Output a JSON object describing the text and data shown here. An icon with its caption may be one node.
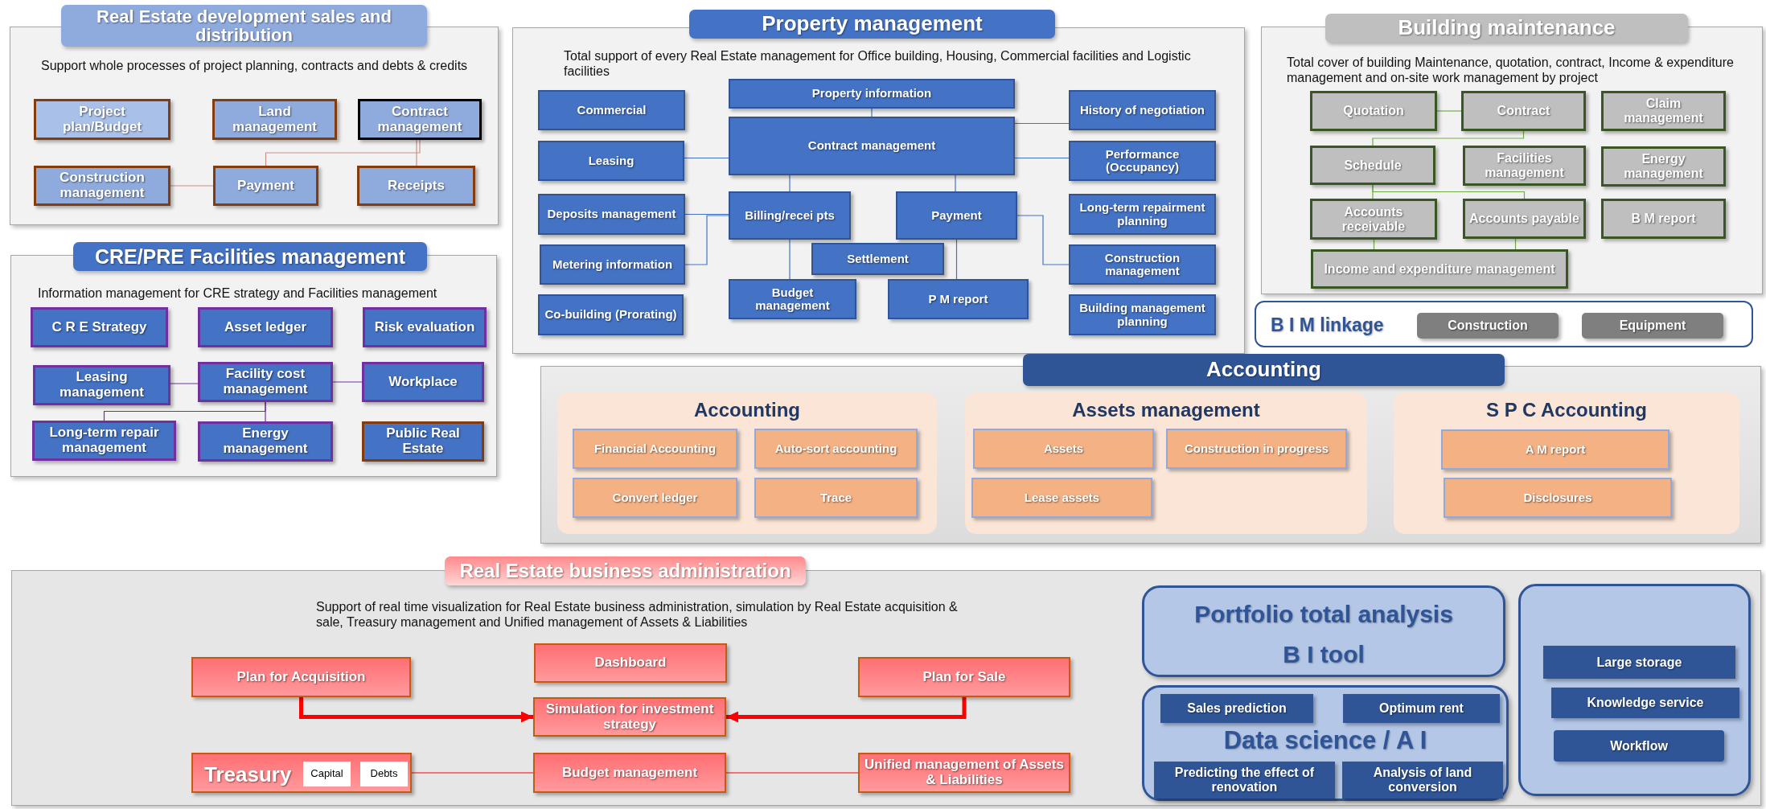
{
  "diagram": {
    "nodes": [
      {
        "text": [
          "Real Estate development sales and distribution",
          "Support whole processes of project planning, contracts and debts & credits"
        ]
      },
      {
        "text": [
          "Project plan/Budget"
        ],
        "in": 0
      },
      {
        "text": [
          "Land management"
        ],
        "in": 0
      },
      {
        "text": [
          "Contract management"
        ],
        "in": 0
      },
      {
        "text": [
          "Construction management"
        ],
        "in": 0
      },
      {
        "text": [
          "Payment"
        ],
        "in": 0
      },
      {
        "text": [
          "Receipts"
        ],
        "in": 0
      },
      {
        "text": [
          "CRE/PRE Facilities management",
          "Information management for CRE strategy and Facilities management"
        ]
      },
      {
        "text": [
          "C R E Strategy"
        ],
        "in": 7
      },
      {
        "text": [
          "Asset ledger"
        ],
        "in": 7
      },
      {
        "text": [
          "Risk evaluation"
        ],
        "in": 7
      },
      {
        "text": [
          "Leasing management"
        ],
        "in": 7
      },
      {
        "text": [
          "Facility cost management"
        ],
        "in": 7
      },
      {
        "text": [
          "Workplace"
        ],
        "in": 7
      },
      {
        "text": [
          "Long-term repair management"
        ],
        "in": 7
      },
      {
        "text": [
          "Energy management"
        ],
        "in": 7
      },
      {
        "text": [
          "Public Real Estate"
        ],
        "in": 7
      },
      {
        "text": [
          "Property management",
          "Total support of every Real Estate management for Office building, Housing, Commercial facilities and Logistic facilities"
        ]
      },
      {
        "text": [
          "Commercial"
        ],
        "in": 17
      },
      {
        "text": [
          "Property information"
        ],
        "in": 17
      },
      {
        "text": [
          "History of negotiation"
        ],
        "in": 17
      },
      {
        "text": [
          "Leasing"
        ],
        "in": 17
      },
      {
        "text": [
          "Contract management"
        ],
        "in": 17
      },
      {
        "text": [
          "Performance (Occupancy)"
        ],
        "in": 17
      },
      {
        "text": [
          "Deposits management"
        ],
        "in": 17
      },
      {
        "text": [
          "Billing/recei pts"
        ],
        "in": 17
      },
      {
        "text": [
          "Payment"
        ],
        "in": 17
      },
      {
        "text": [
          "Long-term repairment planning"
        ],
        "in": 17
      },
      {
        "text": [
          "Settlement"
        ],
        "in": 17
      },
      {
        "text": [
          "Metering information"
        ],
        "in": 17
      },
      {
        "text": [
          "Construction management"
        ],
        "in": 17
      },
      {
        "text": [
          "Co-building (Prorating)"
        ],
        "in": 17
      },
      {
        "text": [
          "Budget management"
        ],
        "in": 17
      },
      {
        "text": [
          "P M report"
        ],
        "in": 17
      },
      {
        "text": [
          "Building management planning"
        ],
        "in": 17
      },
      {
        "text": [
          "Building maintenance",
          "Total cover of building Maintenance, quotation, contract, Income & expenditure management and on-site work management by project"
        ]
      },
      {
        "text": [
          "Quotation"
        ],
        "in": 35
      },
      {
        "text": [
          "Contract"
        ],
        "in": 35
      },
      {
        "text": [
          "Claim management"
        ],
        "in": 35
      },
      {
        "text": [
          "Schedule"
        ],
        "in": 35
      },
      {
        "text": [
          "Facilities management"
        ],
        "in": 35
      },
      {
        "text": [
          "Energy management"
        ],
        "in": 35
      },
      {
        "text": [
          "Accounts receivable"
        ],
        "in": 35
      },
      {
        "text": [
          "Accounts payable"
        ],
        "in": 35
      },
      {
        "text": [
          "B M report"
        ],
        "in": 35
      },
      {
        "text": [
          "Income and expenditure management"
        ],
        "in": 35
      },
      {
        "text": [
          "B I M linkage"
        ]
      },
      {
        "text": [
          "Construction"
        ],
        "in": 46
      },
      {
        "text": [
          "Equipment"
        ],
        "in": 46
      },
      {
        "text": [
          "Accounting"
        ]
      },
      {
        "text": [
          "Accounting"
        ],
        "in": 49
      },
      {
        "text": [
          "Financial Accounting"
        ],
        "in": 50
      },
      {
        "text": [
          "Auto-sort accounting"
        ],
        "in": 50
      },
      {
        "text": [
          "Convert ledger"
        ],
        "in": 50
      },
      {
        "text": [
          "Trace"
        ],
        "in": 50
      },
      {
        "text": [
          "Assets management"
        ],
        "in": 49
      },
      {
        "text": [
          "Assets"
        ],
        "in": 55
      },
      {
        "text": [
          "Construction in progress"
        ],
        "in": 55
      },
      {
        "text": [
          "Lease assets"
        ],
        "in": 55
      },
      {
        "text": [
          "S P C Accounting"
        ],
        "in": 49
      },
      {
        "text": [
          "A M report"
        ],
        "in": 59
      },
      {
        "text": [
          "Disclosures"
        ],
        "in": 59
      },
      {
        "text": [
          "Real Estate business administration",
          "Support of real time visualization for Real Estate business administration, simulation by Real Estate acquisition & sale, Treasury management and Unified management of Assets & Liabilities"
        ]
      },
      {
        "text": [
          "Plan for Acquisition"
        ],
        "in": 62
      },
      {
        "text": [
          "Dashboard"
        ],
        "in": 62
      },
      {
        "text": [
          "Plan for Sale"
        ],
        "in": 62
      },
      {
        "text": [
          "Simulation for investment strategy"
        ],
        "in": 62
      },
      {
        "text": [
          "Treasury"
        ],
        "in": 62
      },
      {
        "text": [
          "Capital"
        ],
        "in": 67
      },
      {
        "text": [
          "Debts"
        ],
        "in": 67
      },
      {
        "text": [
          "Budget management"
        ],
        "in": 62
      },
      {
        "text": [
          "Unified management of Assets & Liabilities"
        ],
        "in": 62
      },
      {
        "text": [
          "Portfolio total analysis",
          "B I tool"
        ],
        "in": 62
      },
      {
        "text": [
          "Data science / A I"
        ],
        "in": 62
      },
      {
        "text": [
          "Sales prediction"
        ],
        "in": 73
      },
      {
        "text": [
          "Optimum rent"
        ],
        "in": 73
      },
      {
        "text": [
          "Predicting the effect of renovation"
        ],
        "in": 73
      },
      {
        "text": [
          "Analysis of land conversion"
        ],
        "in": 73
      },
      {
        "text": [],
        "shape": "box",
        "in": 62
      },
      {
        "text": [
          "Large storage"
        ],
        "in": 78
      },
      {
        "text": [
          "Knowledge service"
        ],
        "in": 78
      },
      {
        "text": [
          "Workflow"
        ],
        "in": 78
      }
    ],
    "edges": [
      {
        "from": 4,
        "to": 5,
        "arrow": "none",
        "color": "#c9908a"
      },
      {
        "from": 5,
        "to": 3,
        "arrow": "none",
        "color": "#c9908a"
      },
      {
        "from": 6,
        "to": 3,
        "arrow": "none",
        "color": "#c9908a"
      },
      {
        "from": 11,
        "to": 12,
        "arrow": "none",
        "color": "#7030a0"
      },
      {
        "from": 12,
        "to": 13,
        "arrow": "none",
        "color": "#7030a0"
      },
      {
        "from": 12,
        "to": 14,
        "arrow": "none",
        "color": "#7030a0"
      },
      {
        "from": 12,
        "to": 15,
        "arrow": "none",
        "color": "#7030a0"
      },
      {
        "from": 19,
        "to": 22,
        "arrow": "none"
      },
      {
        "from": 21,
        "to": 22,
        "arrow": "none"
      },
      {
        "from": 22,
        "to": 20,
        "arrow": "none"
      },
      {
        "from": 22,
        "to": 23,
        "arrow": "none"
      },
      {
        "from": 22,
        "to": 25,
        "arrow": "none"
      },
      {
        "from": 22,
        "to": 26,
        "arrow": "none"
      },
      {
        "from": 24,
        "to": 25,
        "arrow": "none"
      },
      {
        "from": 29,
        "to": 25,
        "arrow": "none"
      },
      {
        "from": 25,
        "to": 32,
        "arrow": "none"
      },
      {
        "from": 26,
        "to": 33,
        "arrow": "none"
      },
      {
        "from": 26,
        "to": 30,
        "arrow": "none"
      },
      {
        "from": 36,
        "to": 37,
        "arrow": "none",
        "color": "#70ad47"
      },
      {
        "from": 37,
        "to": 39,
        "arrow": "none",
        "color": "#70ad47"
      },
      {
        "from": 39,
        "to": 42,
        "arrow": "none",
        "color": "#70ad47"
      },
      {
        "from": 39,
        "to": 43,
        "arrow": "none",
        "color": "#70ad47"
      },
      {
        "from": 42,
        "to": 45,
        "arrow": "none",
        "color": "#70ad47"
      },
      {
        "from": 43,
        "to": 45,
        "arrow": "none",
        "color": "#70ad47"
      },
      {
        "from": 63,
        "to": 66,
        "arrow": "to",
        "style": "thick",
        "color": "#ff0000"
      },
      {
        "from": 65,
        "to": 66,
        "arrow": "to",
        "style": "thick",
        "color": "#ff0000"
      },
      {
        "from": 67,
        "to": 70,
        "arrow": "none",
        "color": "#ff0000"
      },
      {
        "from": 70,
        "to": 71,
        "arrow": "none",
        "color": "#ff0000"
      }
    ]
  }
}
